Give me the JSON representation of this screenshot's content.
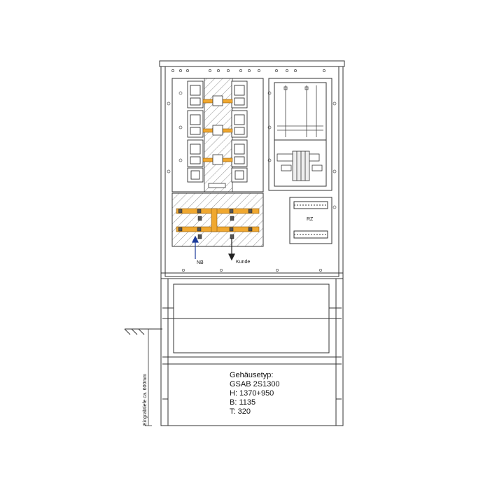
{
  "labels": {
    "left_arrow": "NB",
    "right_arrow": "Kunde",
    "rz_box": "RZ",
    "depth": "Eingrabtiefe ca. 600mm"
  },
  "spec": {
    "line1": "Gehäusetyp:",
    "line2": "GSAB 2S1300",
    "line3": "H: 1370+950",
    "line4": "B: 1135",
    "line5": "T: 320"
  },
  "colors": {
    "line": "#333333",
    "busbar": "#f0a830",
    "arrow_nb": "#1a3a9a",
    "hatch": "#666666"
  }
}
